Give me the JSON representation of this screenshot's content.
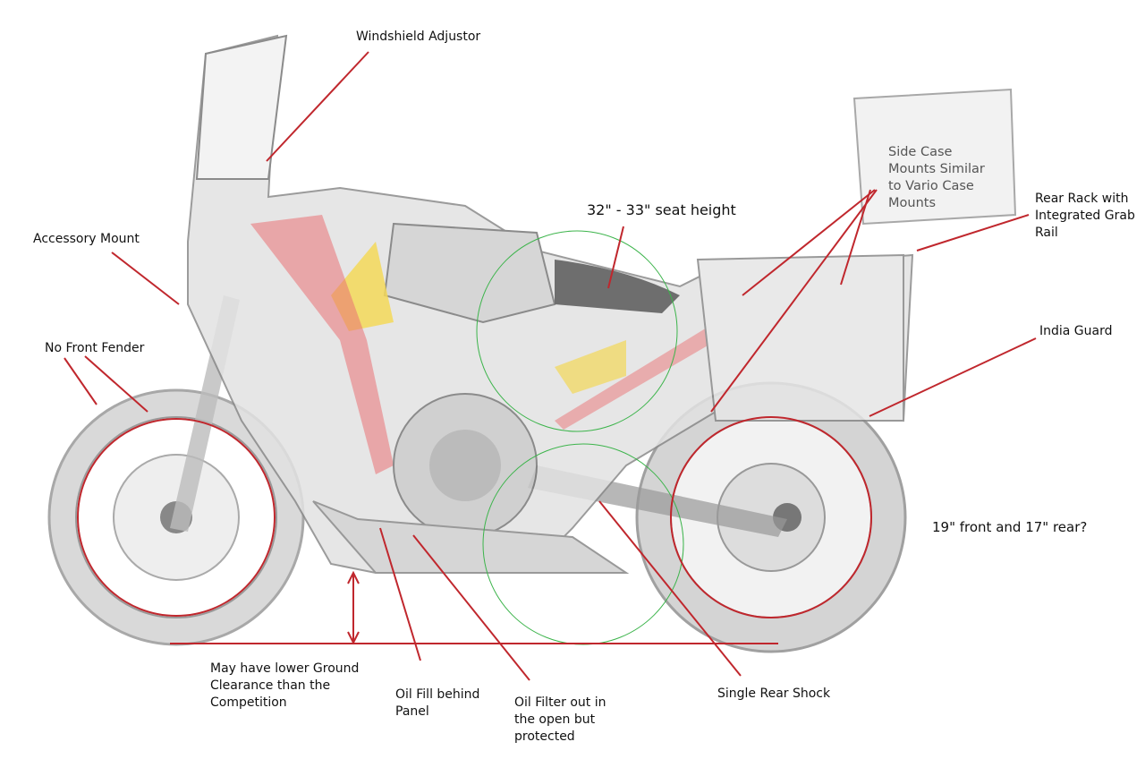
{
  "annotations": {
    "windshield": "Windshield Adjustor",
    "accessory": "Accessory Mount",
    "fender": "No Front Fender",
    "seat": "32\" - 33\" seat height",
    "side_case": [
      "Side Case",
      "Mounts Similar",
      "to Vario Case",
      "Mounts"
    ],
    "rear_rack": [
      "Rear Rack with",
      "Integrated Grab",
      "Rail"
    ],
    "india_guard": "India Guard",
    "wheels": "19\" front and 17\" rear?",
    "ground": [
      "May have lower Ground",
      "Clearance than the",
      "Competition"
    ],
    "oil_fill": [
      "Oil Fill behind",
      "Panel"
    ],
    "oil_filter": [
      "Oil Filter out in",
      "the open but",
      "protected"
    ],
    "rear_shock": "Single Rear Shock"
  },
  "colors": {
    "leader": "#c0272d",
    "highlight_circle": "#3cb44b",
    "frame": "#e8595c",
    "tank_accent": "#f2d23c"
  }
}
